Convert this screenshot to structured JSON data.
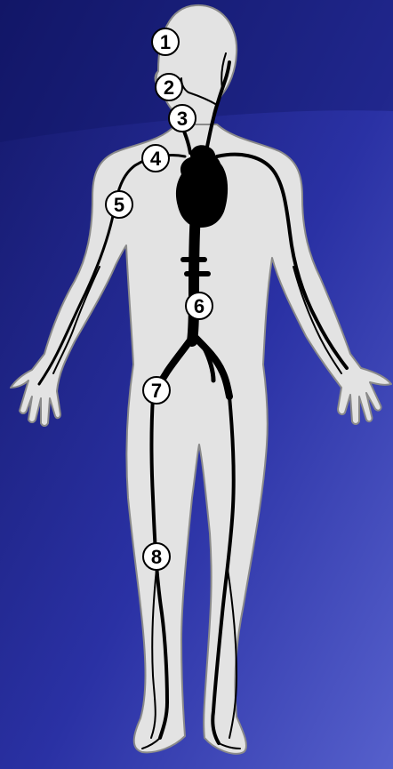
{
  "colors": {
    "background_dark": "#161a6e",
    "background_light": "#4a55c8",
    "body_fill": "#e3e3e3",
    "body_outline": "#8a8a8a",
    "vessel": "#000000",
    "marker_fill": "#ffffff",
    "marker_stroke": "#000000"
  },
  "markers": [
    {
      "id": "1",
      "label": "1"
    },
    {
      "id": "2",
      "label": "2"
    },
    {
      "id": "3",
      "label": "3"
    },
    {
      "id": "4",
      "label": "4"
    },
    {
      "id": "5",
      "label": "5"
    },
    {
      "id": "6",
      "label": "6"
    },
    {
      "id": "7",
      "label": "7"
    },
    {
      "id": "8",
      "label": "8"
    }
  ]
}
